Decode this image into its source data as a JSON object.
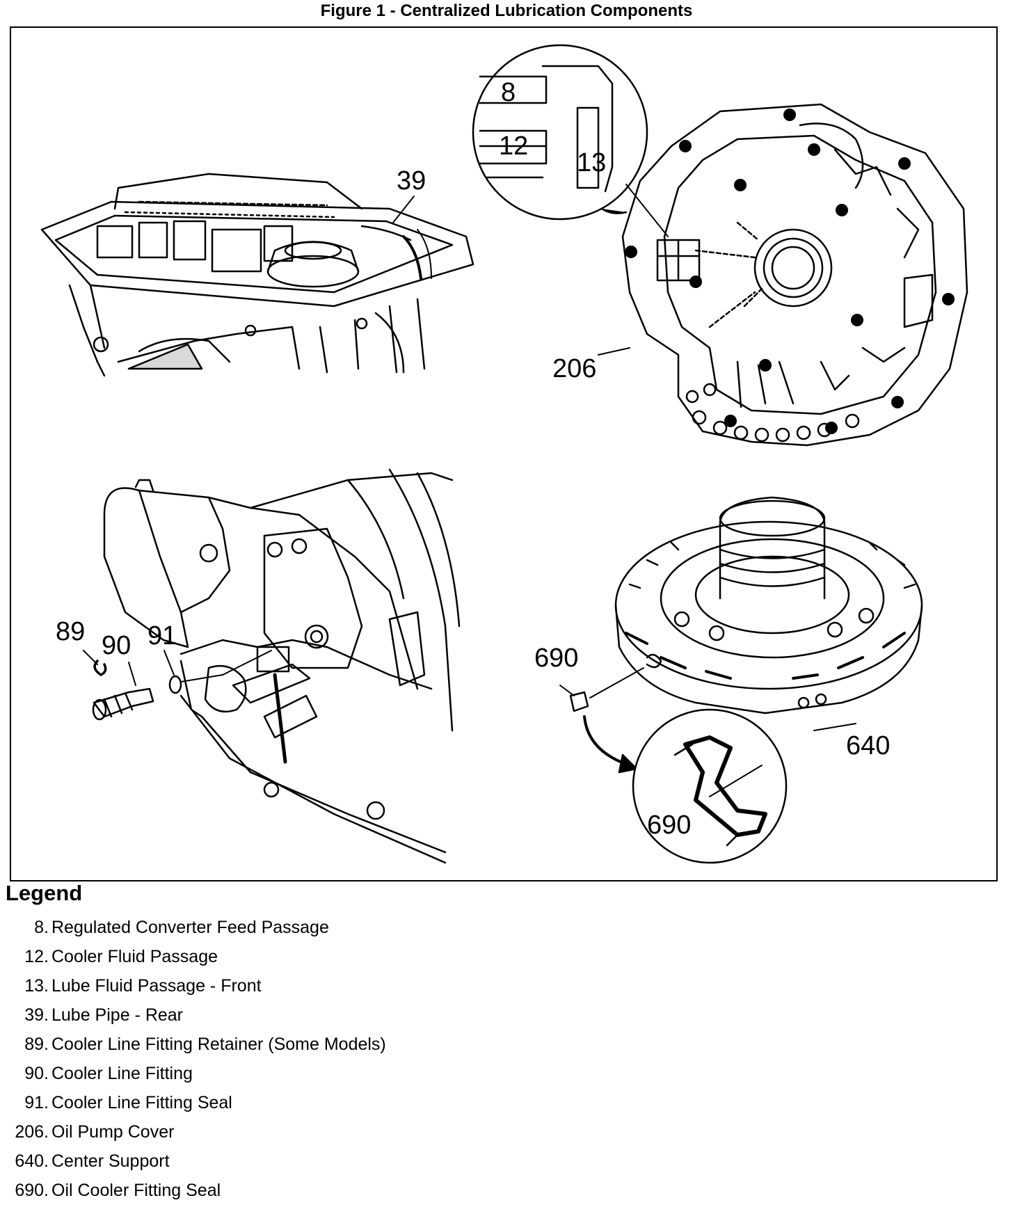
{
  "figure": {
    "title": "Figure 1 - Centralized Lubrication Components"
  },
  "callouts": {
    "c8": "8",
    "c12": "12",
    "c13": "13",
    "c39": "39",
    "c206": "206",
    "c89": "89",
    "c90": "90",
    "c91": "91",
    "c690a": "690",
    "c640": "640",
    "c690b": "690"
  },
  "legend": {
    "title": "Legend",
    "items": [
      {
        "num": "8.",
        "label": "Regulated Converter Feed Passage"
      },
      {
        "num": "12.",
        "label": "Cooler Fluid Passage"
      },
      {
        "num": "13.",
        "label": "Lube Fluid Passage - Front"
      },
      {
        "num": "39.",
        "label": "Lube Pipe - Rear"
      },
      {
        "num": "89.",
        "label": "Cooler Line Fitting Retainer (Some Models)"
      },
      {
        "num": "90.",
        "label": "Cooler Line Fitting"
      },
      {
        "num": "91.",
        "label": "Cooler Line Fitting Seal"
      },
      {
        "num": "206.",
        "label": "Oil Pump Cover"
      },
      {
        "num": "640.",
        "label": "Center Support"
      },
      {
        "num": "690.",
        "label": "Oil Cooler Fitting Seal"
      }
    ]
  }
}
